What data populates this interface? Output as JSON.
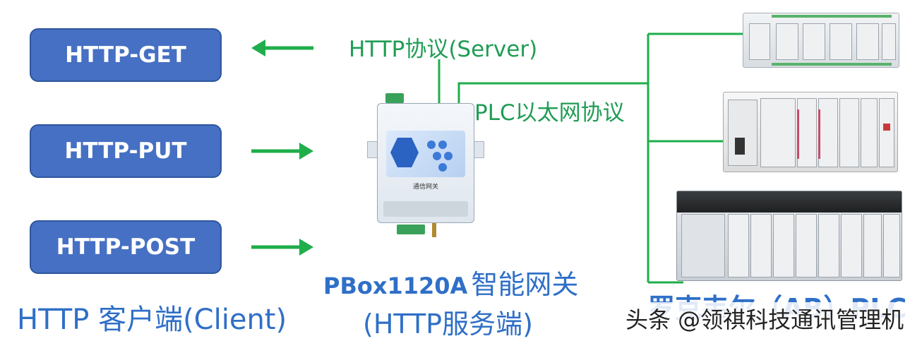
{
  "methods": [
    "HTTP-GET",
    "HTTP-PUT",
    "HTTP-POST"
  ],
  "client_label": "HTTP 客户端(Client)",
  "protocol_server": "HTTP协议(Server)",
  "protocol_plc": "PLC以太网协议",
  "gateway": {
    "model": "PBox1120A",
    "name": "智能网关",
    "role": "(HTTP服务端)",
    "device_label": "通信网关"
  },
  "plc_label": "罗克韦尔（AB）PLC",
  "watermark": "头条 @领祺科技通讯管理机",
  "colors": {
    "button_fill": "#4670c3",
    "arrow_green": "#1fae4b",
    "text_blue": "#2f6fc7",
    "text_green": "#1f9d55"
  }
}
